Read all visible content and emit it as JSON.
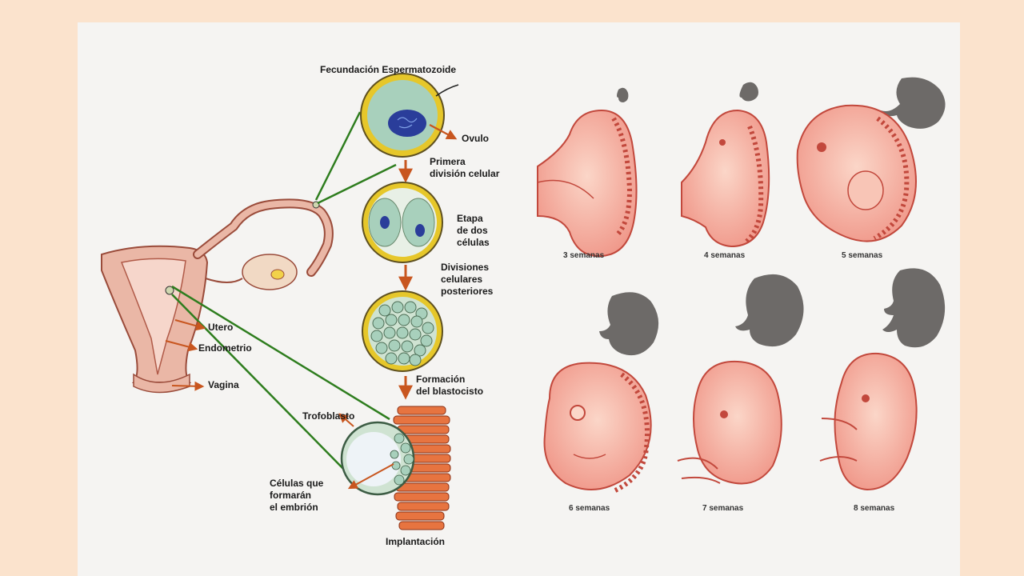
{
  "labels": {
    "fertilization": "Fecundación Espermatozoide",
    "ovum": "Ovulo",
    "first_division_1": "Primera",
    "first_division_2": "división celular",
    "two_cell_1": "Etapa",
    "two_cell_2": "de dos",
    "two_cell_3": "células",
    "later_div_1": "Divisiones",
    "later_div_2": "celulares",
    "later_div_3": "posteriores",
    "blastocyst_1": "Formación",
    "blastocyst_2": "del blastocisto",
    "trophoblast": "Trofoblasto",
    "embryo_cells_1": "Células que",
    "embryo_cells_2": "formarán",
    "embryo_cells_3": "el embrión",
    "implantation": "Implantación",
    "uterus": "Utero",
    "endometrium": "Endometrio",
    "vagina": "Vagina"
  },
  "weeks": [
    "3 semanas",
    "4 semanas",
    "5 semanas",
    "6 semanas",
    "7 semanas",
    "8 semanas"
  ],
  "colors": {
    "background": "#fbe3cd",
    "card": "#f5f4f2",
    "arrow": "#c8561f",
    "line": "#2e7d1e",
    "cell_ring": "#e0c020",
    "cell_fill": "#a8d0bc",
    "nucleus": "#2a3d9a",
    "embryo": "#f2a493",
    "embryo_dark": "#c2483c",
    "silhouette": "#6d6a68",
    "uterus": "#eab7a6"
  },
  "icons": [
    "arrow-icon",
    "silhouette-icon"
  ]
}
